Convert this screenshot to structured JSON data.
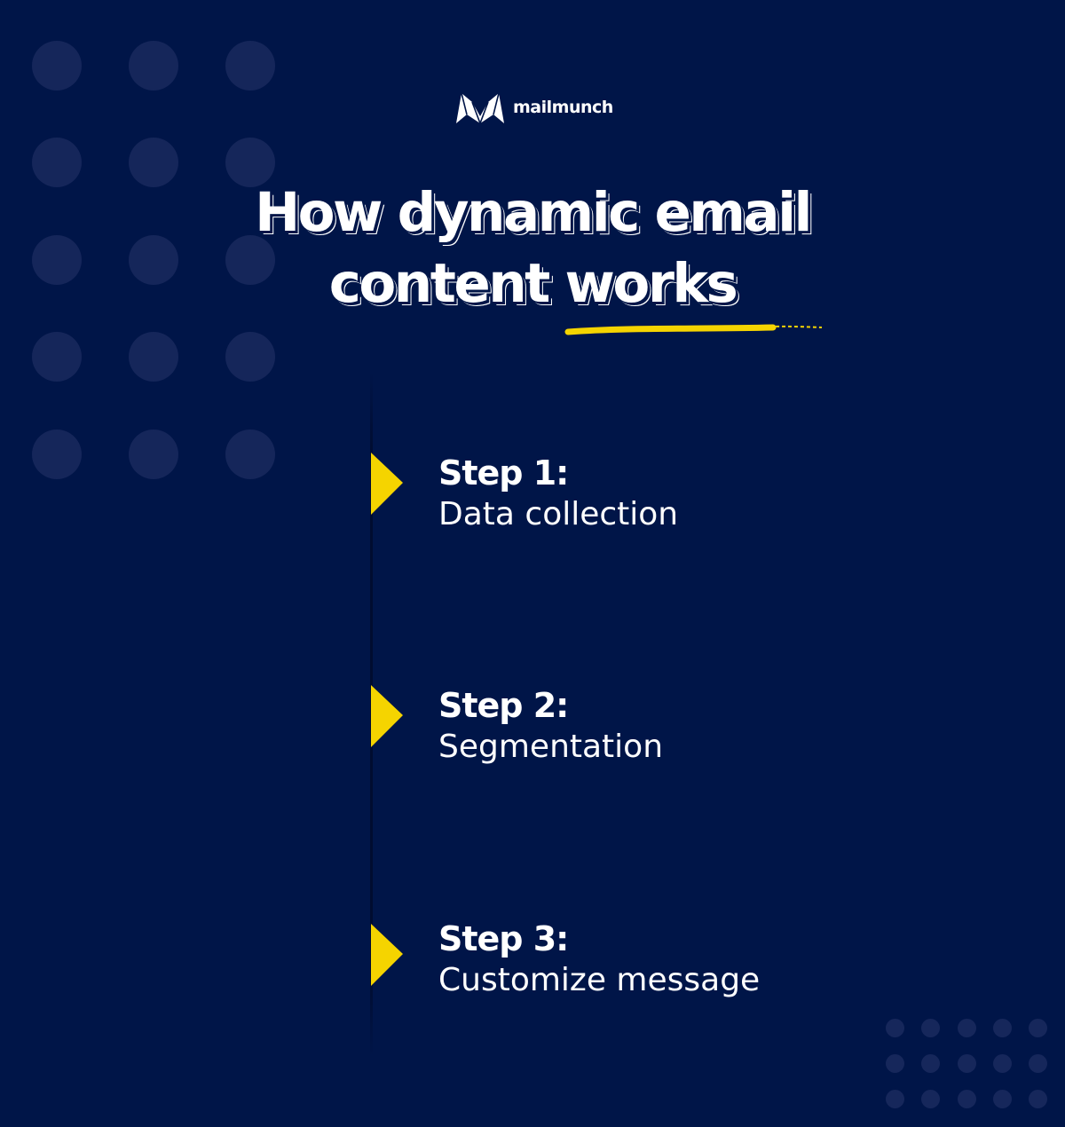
{
  "brand": {
    "name": "mailmunch"
  },
  "title": {
    "line1": "How dynamic email",
    "line2": "content works"
  },
  "colors": {
    "background": "#001548",
    "accent": "#f5d400",
    "text": "#ffffff"
  },
  "steps": [
    {
      "label": "Step 1:",
      "text": "Data collection"
    },
    {
      "label": "Step 2:",
      "text": "Segmentation"
    },
    {
      "label": "Step 3:",
      "text": "Customize message"
    }
  ]
}
